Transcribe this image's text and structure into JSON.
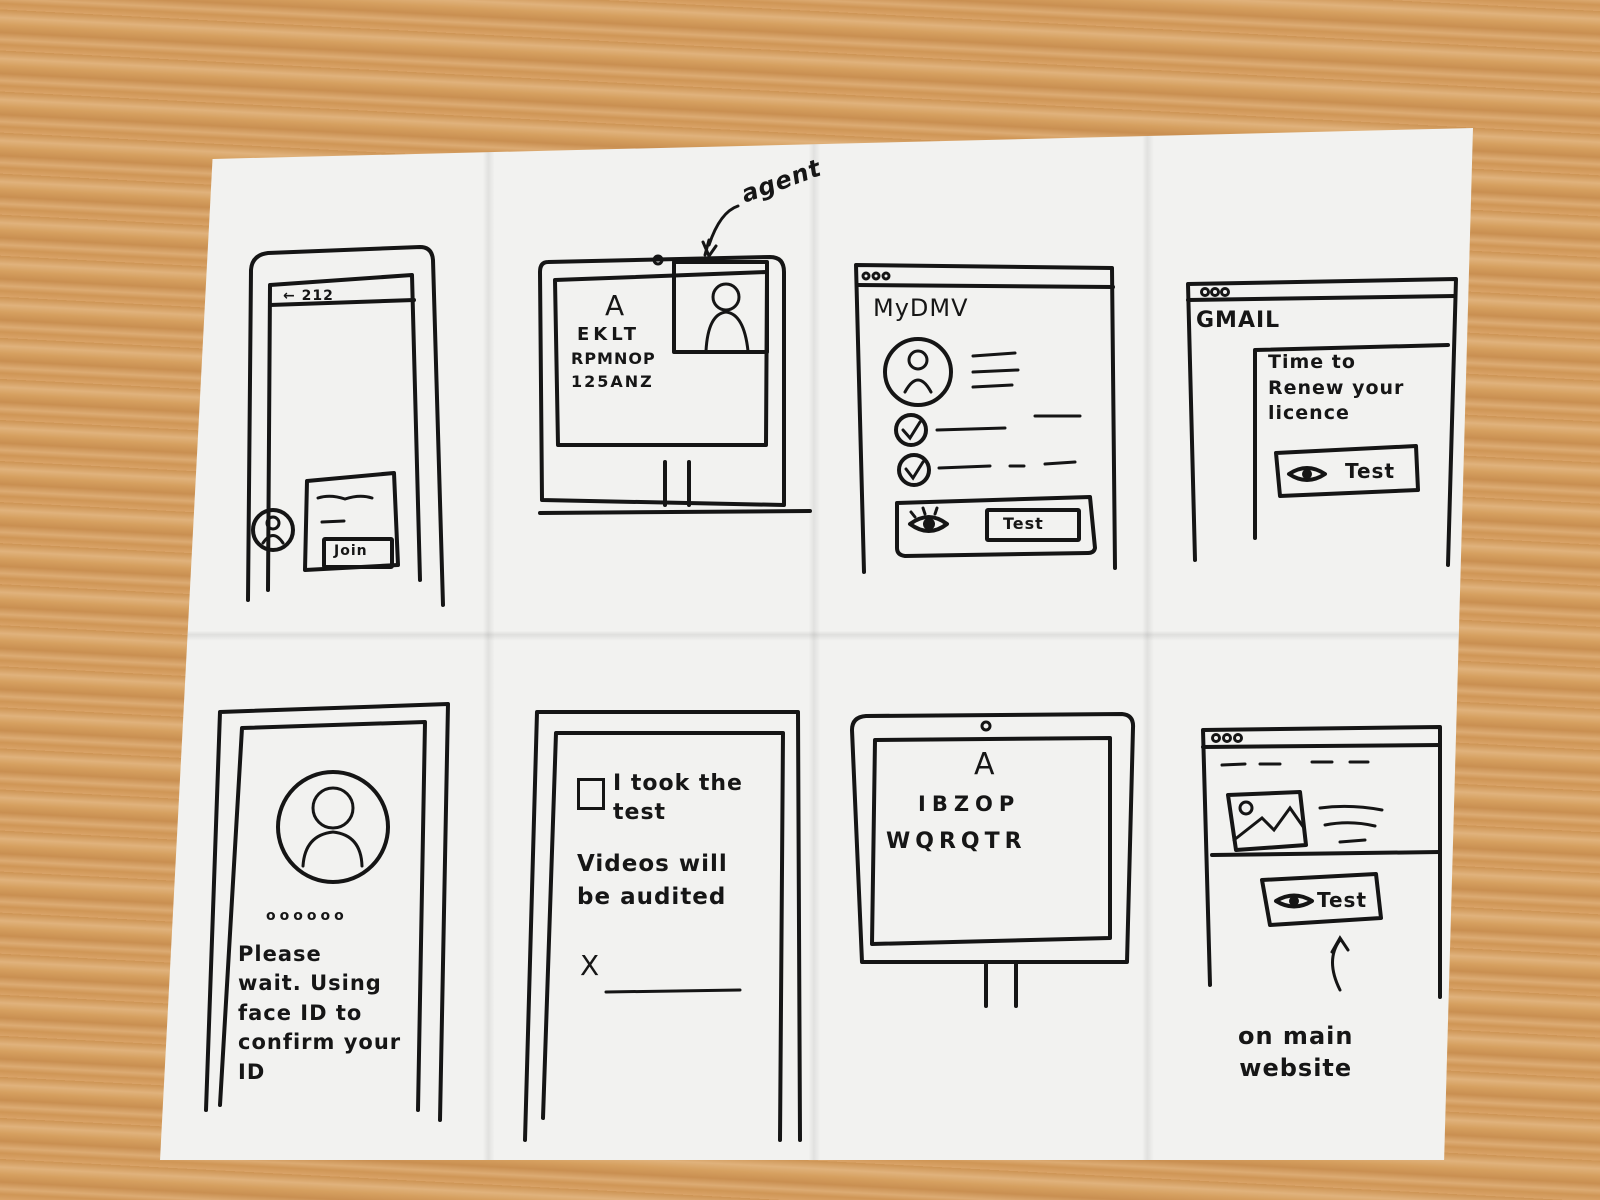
{
  "sketch": {
    "frame1": {
      "topbar_label": "← 212",
      "join_button": "Join"
    },
    "frame2": {
      "annotation": "agent",
      "chart_letter": "A",
      "chart_rows": [
        "EKLT",
        "RPMNOP",
        "125ANZ"
      ]
    },
    "frame3": {
      "title": "MyDMV",
      "test_button": "Test"
    },
    "frame4": {
      "app_title": "GMAIL",
      "message": "Time to\nRenew your\nlicence",
      "test_button": "Test"
    },
    "frame5": {
      "status_text": "Please\nwait. Using\nface ID to\nconfirm your\nID",
      "dots": "oooooo"
    },
    "frame6": {
      "checkbox_label": "I took the\ntest",
      "notice": "Videos will\nbe audited",
      "signature_mark": "X"
    },
    "frame7": {
      "chart_letter": "A",
      "chart_rows": [
        "IBZOP",
        "WQRQTR"
      ]
    },
    "frame8": {
      "test_button": "Test",
      "annotation": "on main\nwebsite"
    }
  }
}
